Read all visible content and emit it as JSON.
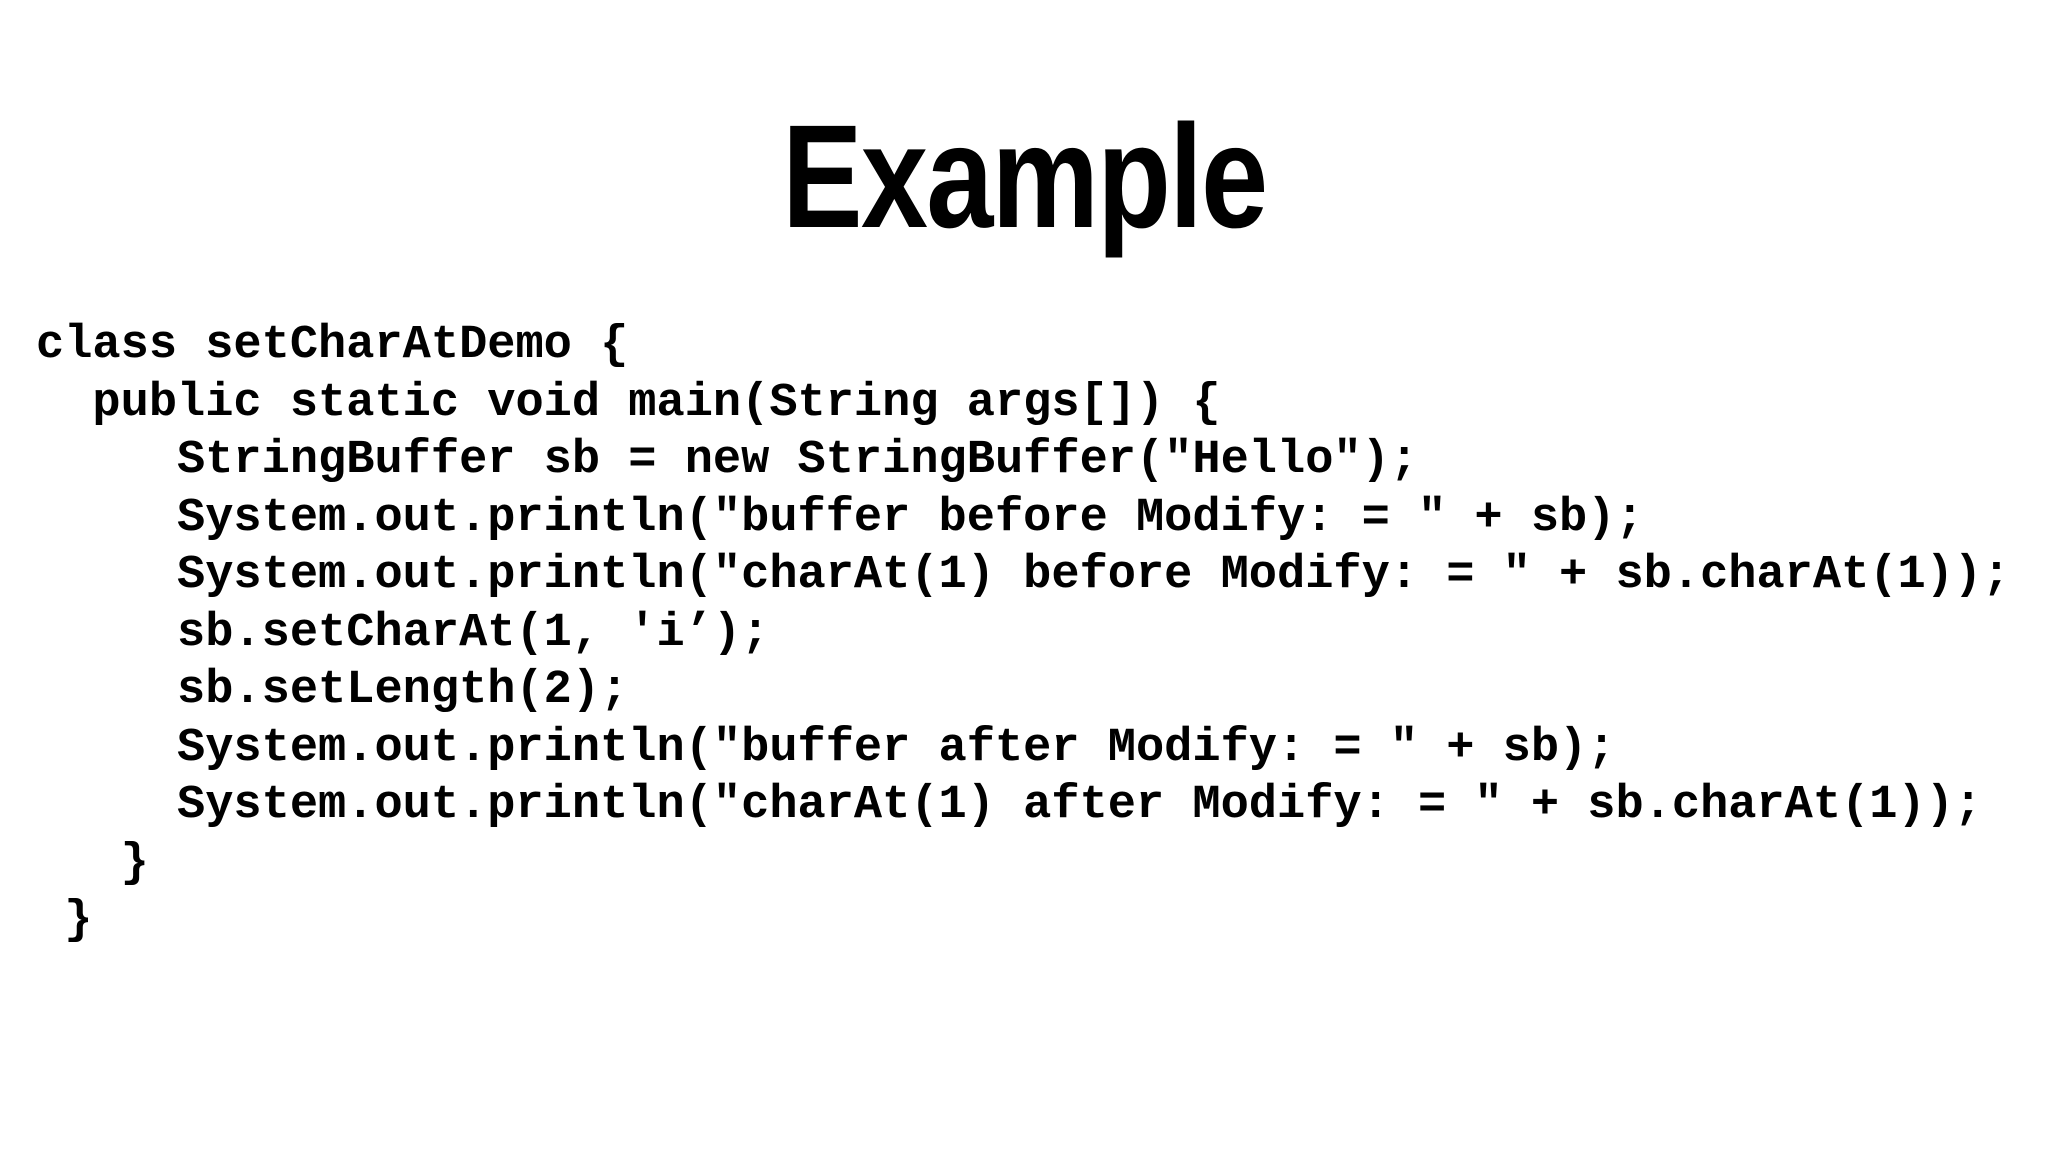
{
  "title": "Example",
  "colors": {
    "background": "#ffffff",
    "text": "#000000"
  },
  "code": {
    "lines": [
      "class setCharAtDemo {",
      "  public static void main(String args[]) {",
      "     StringBuffer sb = new StringBuffer(\"Hello\");",
      "     System.out.println(\"buffer before Modify: = \" + sb);",
      "     System.out.println(\"charAt(1) before Modify: = \" + sb.charAt(1));",
      "     sb.setCharAt(1, 'i’);",
      "     sb.setLength(2);",
      "     System.out.println(\"buffer after Modify: = \" + sb);",
      "     System.out.println(\"charAt(1) after Modify: = \" + sb.charAt(1));",
      "   }",
      " }"
    ]
  }
}
